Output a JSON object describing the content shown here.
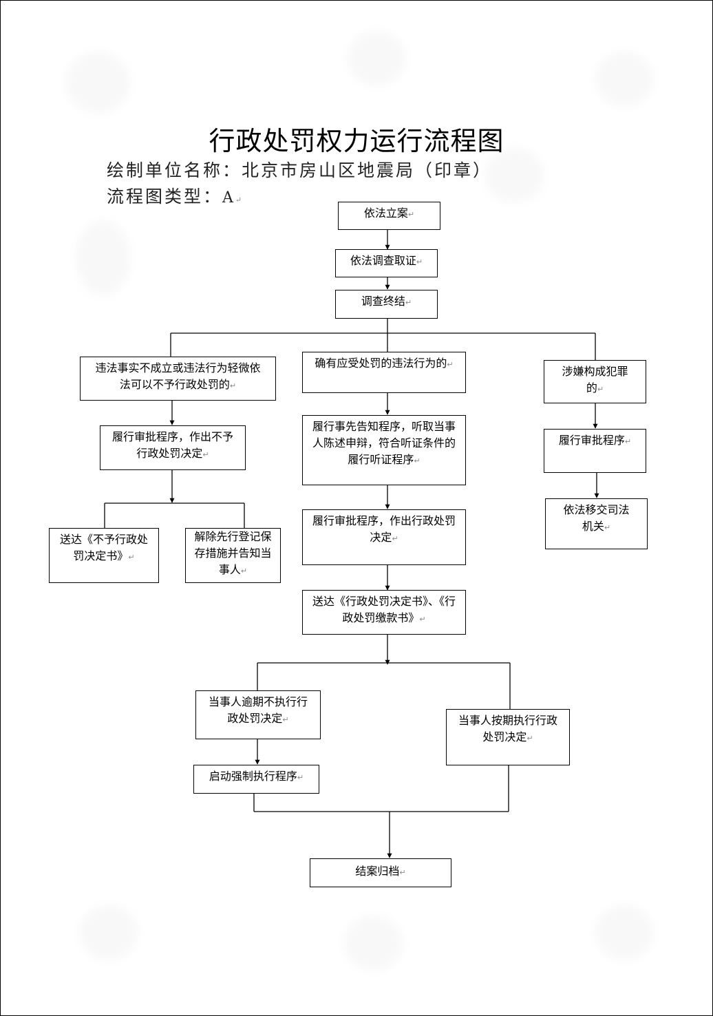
{
  "title": "行政处罚权力运行流程图",
  "unit_label": "绘制单位名称：北京市房山区地震局（印章）",
  "type_label": "流程图类型：",
  "type_value": "A",
  "return_mark": "↵",
  "nodes": {
    "n1": "依法立案",
    "n2": "依法调查取证",
    "n3": "调查终结",
    "l1": "违法事实不成立或违法行为轻微依法可以不予行政处罚的",
    "l2": "履行审批程序，作出不予行政处罚决定",
    "l3": "送达《不予行政处罚决定书》",
    "l4": "解除先行登记保存措施并告知当事人",
    "m1": "确有应受处罚的违法行为的",
    "m2": "履行事先告知程序，听取当事人陈述申辩，符合听证条件的履行听证程序",
    "m3": "履行审批程序，作出行政处罚决定",
    "m4": "送达《行政处罚决定书》、《行政处罚缴款书》",
    "r1": "涉嫌构成犯罪的",
    "r2": "履行审批程序",
    "r3": "依法移交司法机关",
    "b1": "当事人逾期不执行行政处罚决定",
    "b2": "启动强制执行程序",
    "b3": "当事人按期执行行政处罚决定",
    "end": "结案归档"
  },
  "colors": {
    "line": "#000000",
    "border": "#000000",
    "background": "#ffffff"
  }
}
